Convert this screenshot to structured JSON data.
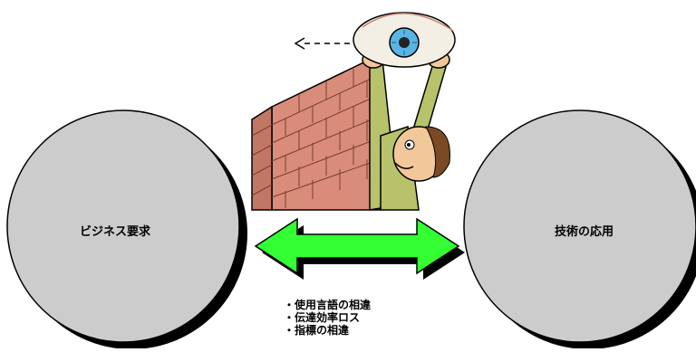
{
  "circles": {
    "left_label": "ビジネス要求",
    "right_label": "技術の応用"
  },
  "issues": [
    "・使用言語の相違",
    "・伝達効率ロス",
    "・指標の相違"
  ],
  "colors": {
    "circle_fill": "#cccccc",
    "circle_shadow": "#000000",
    "arrow_green": "#33ff33",
    "brick": "#d98c7a",
    "shirt": "#b8c26a",
    "eye_iris": "#5ab4e6"
  },
  "icons": {
    "illustration": "person-peeking-over-wall-holding-eye",
    "arrow": "double-headed-arrow-icon",
    "gaze_arrow": "dashed-left-arrow-icon"
  }
}
